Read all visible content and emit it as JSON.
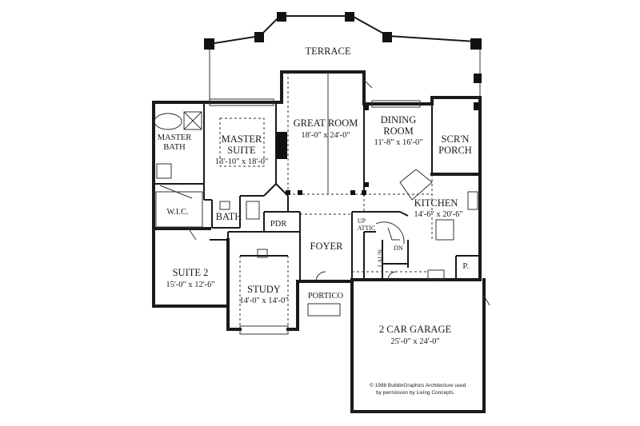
{
  "rooms": {
    "terrace": {
      "name": "TERRACE"
    },
    "great_room": {
      "name": "GREAT ROOM",
      "dim": "18'-0\" x 24'-0\""
    },
    "dining_room": {
      "name1": "DINING",
      "name2": "ROOM",
      "dim": "11'-8\" x 16'-0\""
    },
    "scrn_porch": {
      "name1": "SCR'N",
      "name2": "PORCH"
    },
    "master_bath": {
      "name1": "MASTER",
      "name2": "BATH"
    },
    "master_suite": {
      "name1": "MASTER",
      "name2": "SUITE",
      "dim": "13'-10\" x 18'-0\""
    },
    "wic": {
      "name": "W.I.C."
    },
    "bath": {
      "name": "BATH"
    },
    "pdr": {
      "name": "PDR"
    },
    "kitchen": {
      "name": "KITCHEN",
      "dim": "14'-6\" x 20'-6\""
    },
    "foyer": {
      "name": "FOYER"
    },
    "laun": {
      "name": "LAUN."
    },
    "suite2": {
      "name": "SUITE 2",
      "dim": "15'-0\" x 12'-6\""
    },
    "study": {
      "name": "STUDY",
      "dim": "14'-0\" x 14'-0\""
    },
    "portico": {
      "name": "PORTICO"
    },
    "garage": {
      "name": "2 CAR GARAGE",
      "dim": "25'-0\" x 24'-0\""
    }
  },
  "marks": {
    "up": "UP",
    "attic": "ATTIC",
    "dn": "DN",
    "pantry": "P."
  },
  "credit": {
    "line1": "© 1998 BuildinGraphics Architecture used",
    "line2": "by permission by Living Concepts"
  }
}
